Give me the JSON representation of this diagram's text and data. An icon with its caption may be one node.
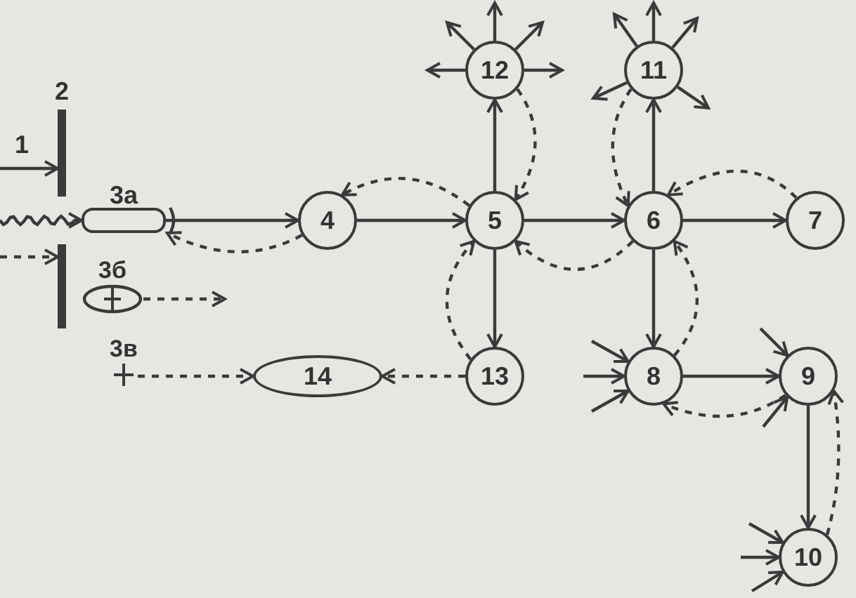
{
  "diagram": {
    "nodes": [
      {
        "text": [
          "2"
        ]
      },
      {
        "text": [
          "3а"
        ]
      },
      {
        "text": [
          "3б"
        ]
      },
      {
        "text": [
          "3в"
        ]
      },
      {
        "text": [
          "4"
        ]
      },
      {
        "text": [
          "5"
        ]
      },
      {
        "text": [
          "6"
        ]
      },
      {
        "text": [
          "7"
        ]
      },
      {
        "text": [
          "8"
        ]
      },
      {
        "text": [
          "9"
        ]
      },
      {
        "text": [
          "10"
        ]
      },
      {
        "text": [
          "11"
        ]
      },
      {
        "text": [
          "12"
        ]
      },
      {
        "text": [
          "13"
        ]
      },
      {
        "text": [
          "14"
        ]
      }
    ],
    "edges": [
      {
        "from": null,
        "to": 0,
        "arrow": "to",
        "label": "1"
      },
      {
        "from": null,
        "to": 1,
        "arrow": "to"
      },
      {
        "from": null,
        "to": 0,
        "arrow": "to",
        "style": "dashed"
      },
      {
        "from": 1,
        "to": 4,
        "arrow": "to"
      },
      {
        "from": 4,
        "to": 1,
        "arrow": "to",
        "style": "dashed"
      },
      {
        "from": 2,
        "to": null,
        "arrow": "to",
        "style": "dashed"
      },
      {
        "from": 3,
        "to": 14,
        "arrow": "to",
        "style": "dashed"
      },
      {
        "from": 5,
        "to": 4,
        "arrow": "to",
        "style": "dashed"
      },
      {
        "from": 4,
        "to": 5,
        "arrow": "to"
      },
      {
        "from": 5,
        "to": 6,
        "arrow": "to"
      },
      {
        "from": 6,
        "to": 7,
        "arrow": "to"
      },
      {
        "from": 5,
        "to": 12,
        "arrow": "to"
      },
      {
        "from": 5,
        "to": 13,
        "arrow": "to"
      },
      {
        "from": 6,
        "to": 11,
        "arrow": "to"
      },
      {
        "from": 6,
        "to": 8,
        "arrow": "to"
      },
      {
        "from": 8,
        "to": 9,
        "arrow": "to"
      },
      {
        "from": 9,
        "to": 10,
        "arrow": "to"
      },
      {
        "from": 12,
        "to": 5,
        "arrow": "to",
        "style": "dashed"
      },
      {
        "from": 11,
        "to": 6,
        "arrow": "to",
        "style": "dashed"
      },
      {
        "from": 7,
        "to": 6,
        "arrow": "to",
        "style": "dashed"
      },
      {
        "from": 6,
        "to": 5,
        "arrow": "to",
        "style": "dashed"
      },
      {
        "from": 13,
        "to": 5,
        "arrow": "to",
        "style": "dashed"
      },
      {
        "from": 13,
        "to": 14,
        "arrow": "to",
        "style": "dashed"
      },
      {
        "from": 8,
        "to": 6,
        "arrow": "to",
        "style": "dashed"
      },
      {
        "from": 9,
        "to": 8,
        "arrow": "to",
        "style": "dashed"
      },
      {
        "from": 10,
        "to": 9,
        "arrow": "to",
        "style": "dashed"
      },
      {
        "from": 12,
        "to": null,
        "arrow": "to"
      },
      {
        "from": 12,
        "to": null,
        "arrow": "to"
      },
      {
        "from": 12,
        "to": null,
        "arrow": "to"
      },
      {
        "from": 12,
        "to": null,
        "arrow": "to"
      },
      {
        "from": 12,
        "to": null,
        "arrow": "to"
      },
      {
        "from": 11,
        "to": null,
        "arrow": "to"
      },
      {
        "from": 11,
        "to": null,
        "arrow": "to"
      },
      {
        "from": 11,
        "to": null,
        "arrow": "to"
      },
      {
        "from": 11,
        "to": null,
        "arrow": "to"
      },
      {
        "from": 11,
        "to": null,
        "arrow": "to"
      },
      {
        "from": null,
        "to": 8,
        "arrow": "to"
      },
      {
        "from": null,
        "to": 8,
        "arrow": "to"
      },
      {
        "from": null,
        "to": 8,
        "arrow": "to"
      },
      {
        "from": null,
        "to": 9,
        "arrow": "to"
      },
      {
        "from": null,
        "to": 9,
        "arrow": "to"
      },
      {
        "from": null,
        "to": 10,
        "arrow": "to"
      },
      {
        "from": null,
        "to": 10,
        "arrow": "to"
      },
      {
        "from": null,
        "to": 10,
        "arrow": "to"
      }
    ]
  }
}
